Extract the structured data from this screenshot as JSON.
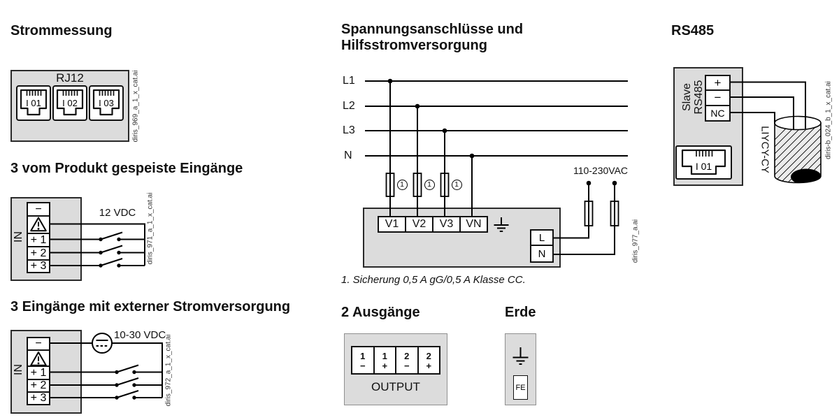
{
  "sections": {
    "current_measurement": {
      "title": "Strommessung",
      "connector_title": "RJ12",
      "jacks": [
        "I 01",
        "I 02",
        "I 03"
      ],
      "file_label": "diris_969_a_1_x_cat.ai"
    },
    "powered_inputs": {
      "title": "3 vom Produkt gespeiste Eingänge",
      "block_label": "IN",
      "terminals": [
        "−",
        "+ 1",
        "+ 2",
        "+ 3"
      ],
      "supply_label": "12 VDC",
      "file_label": "diris_971_a_1_x_cat.ai"
    },
    "external_inputs": {
      "title": "3 Eingänge mit externer Stromversorgung",
      "block_label": "IN",
      "terminals": [
        "−",
        "+ 1",
        "+ 2",
        "+ 3"
      ],
      "supply_label": "10-30 VDC",
      "file_label": "diris_972_a_1_x_cat.ai"
    },
    "voltage": {
      "title_line1": "Spannungsanschlüsse und",
      "title_line2": "Hilfsstromversorgung",
      "phase_labels": [
        "L1",
        "L2",
        "L3",
        "N"
      ],
      "terminals": [
        "V1",
        "V2",
        "V3",
        "VN"
      ],
      "aux_terminals": [
        "L",
        "N"
      ],
      "aux_supply_label": "110-230VAC",
      "fuse_marker": "1",
      "note": "1. Sicherung 0,5 A gG/0,5 A Klasse CC.",
      "file_label": "diris_977_a.ai"
    },
    "outputs": {
      "title": "2 Ausgänge",
      "terminals": [
        {
          "num": "1",
          "sign": "−"
        },
        {
          "num": "1",
          "sign": "+"
        },
        {
          "num": "2",
          "sign": "−"
        },
        {
          "num": "2",
          "sign": "+"
        }
      ],
      "block_label": "OUTPUT"
    },
    "earth": {
      "title": "Erde",
      "terminal": "FE"
    },
    "rs485": {
      "title": "RS485",
      "block_label_line1": "Slave",
      "block_label_line2": "RS485",
      "terminals": [
        "+",
        "−",
        "NC"
      ],
      "jack": "I 01",
      "cable_label": "LIYCY-CY",
      "file_label": "diris-b_024_b_1_x_cat.ai"
    }
  },
  "colors": {
    "background": "#ffffff",
    "box_fill": "#dcdcdc",
    "line_color": "#000000",
    "cable_fill": "#ececec"
  }
}
